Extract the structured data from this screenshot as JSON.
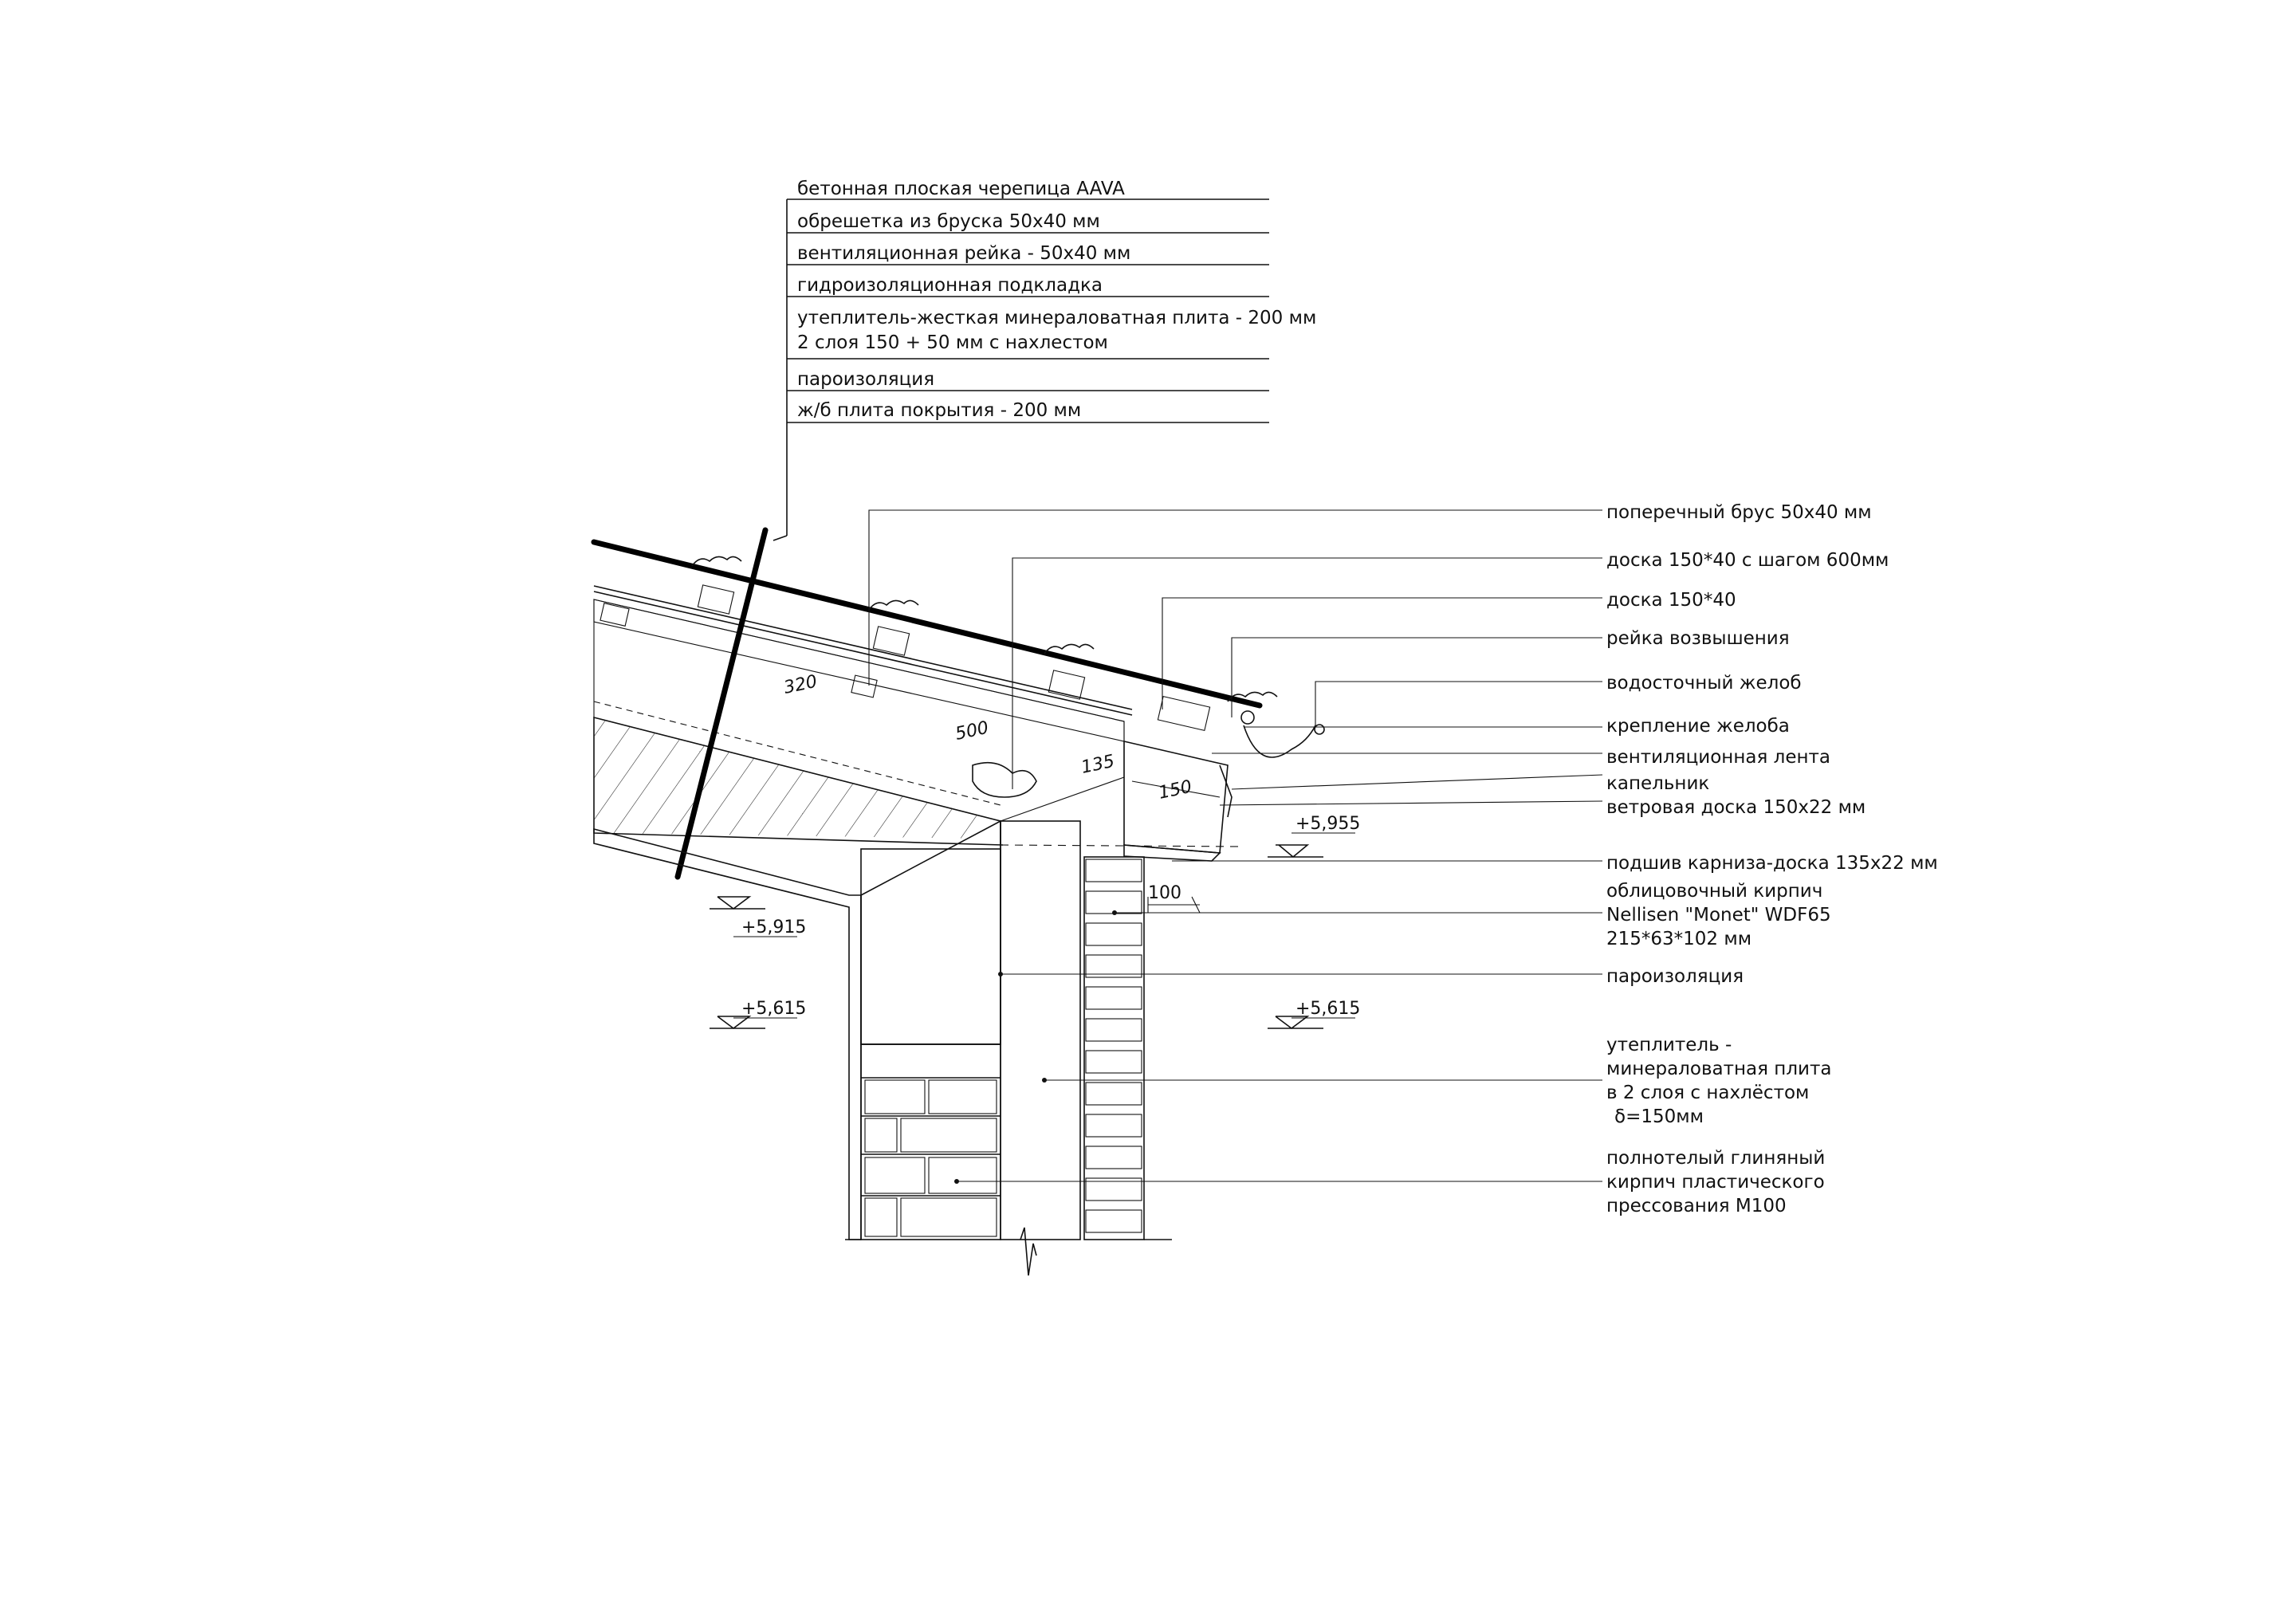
{
  "roof_layers": [
    "бетонная плоская черепица AAVA",
    "обрешетка из бруска 50х40 мм",
    "вентиляционная рейка - 50х40 мм",
    "гидроизоляционная подкладка",
    "утеплитель-жесткая минераловатная плита - 200 мм",
    "2 слоя 150 + 50 мм с нахлестом",
    "пароизоляция",
    "ж/б плита покрытия - 200 мм"
  ],
  "callouts": [
    "поперечный брус 50х40 мм",
    "доска 150*40 с шагом 600мм",
    "доска 150*40",
    "рейка возвышения",
    "водосточный желоб",
    "крепление желоба",
    "вентиляционная лента",
    "капельник",
    "ветровая доска 150х22 мм",
    "подшив карниза-доска 135х22 мм",
    "облицовочный кирпич",
    "Nellisen \"Monet\" WDF65",
    "215*63*102 мм",
    "пароизоляция",
    "утеплитель -",
    "минераловатная плита",
    "в 2 слоя с нахлёстом",
    "δ=150мм",
    "полнотелый глиняный",
    "кирпич пластического",
    "прессования М100"
  ],
  "levels": {
    "eave": "+5,955",
    "interior_top": "+5,915",
    "interior_left": "+5,615",
    "exterior": "+5,615"
  },
  "dimensions": {
    "d320": "320",
    "d500": "500",
    "d135": "135",
    "d150": "150",
    "d100": "100"
  }
}
